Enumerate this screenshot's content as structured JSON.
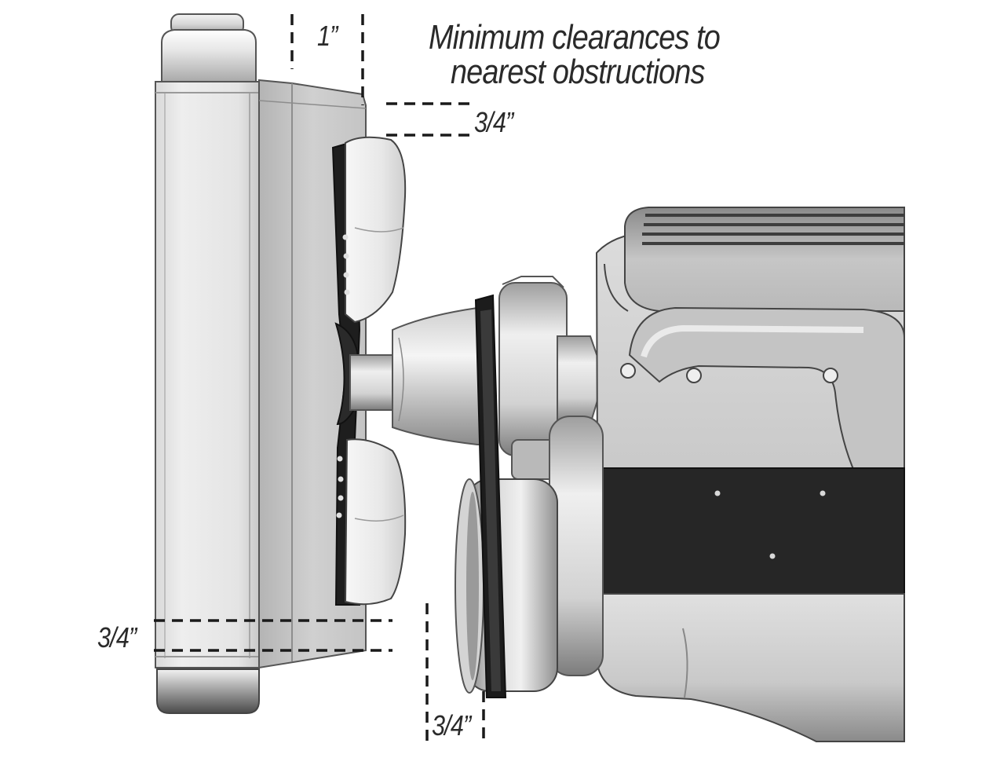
{
  "heading": {
    "line1": "Minimum clearances to",
    "line2": "nearest obstructions"
  },
  "clearances": {
    "top": "1”",
    "fan_side": "3/4”",
    "bottom": "3/4”",
    "pulley": "3/4”"
  },
  "colors": {
    "background": "#ffffff",
    "text": "#2a2a2a",
    "dash": "#1a1a1a",
    "metal_light": "#e9e9e9",
    "metal_mid": "#bdbdbd",
    "metal_dark": "#6f6f6f",
    "belt": "#1c1c1c",
    "engine_band": "#262626"
  }
}
